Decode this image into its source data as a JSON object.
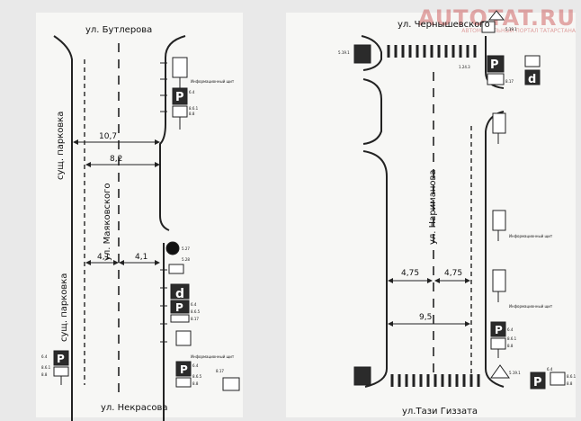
{
  "watermark": {
    "main": "AUTOTAT.RU",
    "sub": "АВТОМОБИЛЬНЫЙ ПОРТАЛ ТАТАРСТАНА"
  },
  "left": {
    "street_top": "ул. Бутлерова",
    "street_bottom": "ул. Некрасова",
    "street_main": "ул. Маяковского",
    "parking_upper": "сущ. парковка",
    "parking_lower": "сущ. парковка",
    "dim_10_7": "10,7",
    "dim_8_2": "8,2",
    "dim_4_1_a": "4,1",
    "dim_4_1_b": "4,1",
    "sign_codes": [
      "6.4",
      "8.6.1",
      "8.8",
      "5.27",
      "5.28",
      "6.4",
      "8.6.5",
      "8.17",
      "6.4",
      "8.6.5",
      "8.8",
      "6.4",
      "8.17",
      "8.6.1",
      "8.8"
    ],
    "info_board": "Информационный щит"
  },
  "right": {
    "street_top": "ул. Чернышевского",
    "street_bottom": "ул.Тази Гиззата",
    "street_main": "ул. Нариманова",
    "dim_4_75_a": "4,75",
    "dim_4_75_b": "4,75",
    "dim_9_5": "9,5",
    "sign_codes": [
      "5.19.1",
      "1.24.3",
      "8.17",
      "6.4",
      "8.6.1",
      "8.8",
      "5.19.1",
      "5.19.1",
      "6.4",
      "8.6.1",
      "8.8"
    ],
    "info_board": "Информационный щит"
  }
}
